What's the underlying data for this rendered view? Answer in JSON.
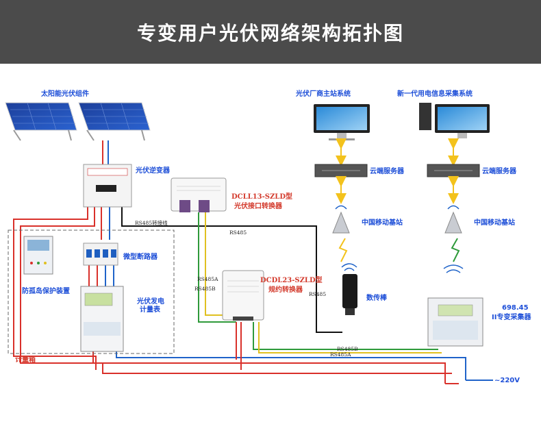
{
  "header": {
    "title": "专变用户光伏网络架构拓扑图"
  },
  "labels": {
    "solar_panels": "太阳能光伏组件",
    "pv_station_system": "光伏厂商主站系统",
    "collection_system": "新一代用电信息采集系统",
    "inverter": "光伏逆变器",
    "dcll13_line1": "DCLL13-SZLD型",
    "dcll13_line2": "光伏接口转换器",
    "rs485_line": "RS485转接线",
    "rs485_a": "RS485",
    "breaker": "微型断路器",
    "anti_island": "防孤岛保护装置",
    "pv_meter_line1": "光伏发电",
    "pv_meter_line2": "计量表",
    "rs485a": "RS485A",
    "rs485b": "RS485B",
    "dcdl23_line1": "DCDL23-SZLD型",
    "dcdl23_line2": "规约转换器",
    "rs485_b": "RS485",
    "dtu": "数传棒",
    "server_left": "云端服务器",
    "server_right": "云端服务器",
    "base_left": "中国移动基站",
    "base_right": "中国移动基站",
    "terminal_line1": "698.45",
    "terminal_line2": "II专变采集器",
    "metering_box": "计量箱",
    "bus_rs485b": "RS485B",
    "bus_rs485a": "RS485A",
    "voltage": "~220V"
  },
  "colors": {
    "header_bg": "#4b4b4b",
    "wire_red": "#d9302a",
    "wire_blue": "#1f63c9",
    "wire_yellow": "#e0c020",
    "wire_green": "#2e9a3a",
    "wire_black": "#111111",
    "arrow": "#f3c21c",
    "label_blue": "#1e4fd8",
    "label_red": "#d33a2c"
  }
}
